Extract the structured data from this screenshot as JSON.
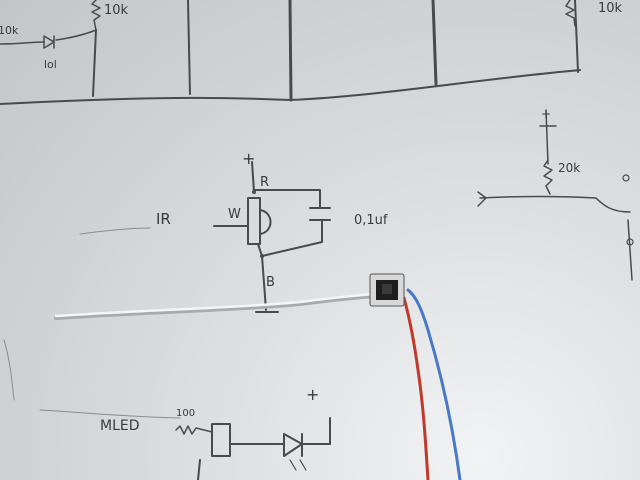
{
  "photo": {
    "subject": "hand-drawn circuit sketch on paper with a small IR sensor component and wires",
    "labels": {
      "top_left_resistor": "10k",
      "top_left_val": "10k",
      "top_diode": "lol",
      "top_right_resistor": "10k",
      "plus_top": "+",
      "r_pin": "R",
      "w_pin": "W",
      "b_pin": "B",
      "ir": "IR",
      "cap": "0,1uf",
      "right_plus": "+",
      "right_res": "20k",
      "mled": "MLED",
      "mled_res": "100",
      "bottom_plus": "+"
    },
    "colors": {
      "paper": "#d9dbdd",
      "ink": "#4a4a4a",
      "wire_red": "#c0392b",
      "wire_blue": "#4a78c8",
      "wire_white": "#f4f4f4",
      "component": "#1e1e1e"
    }
  }
}
